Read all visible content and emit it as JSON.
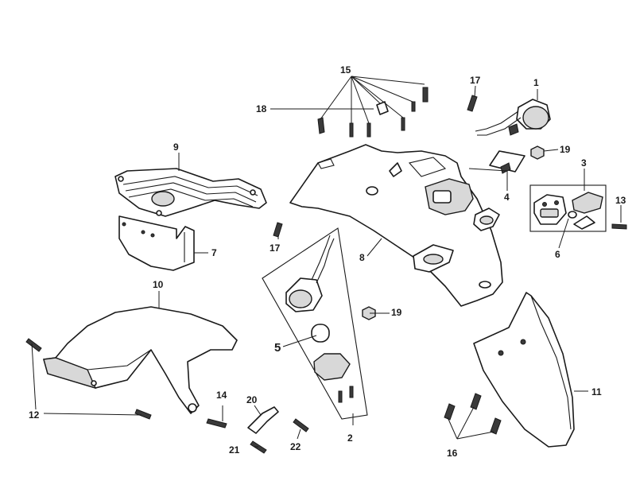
{
  "labels": {
    "l1": "1",
    "l2": "2",
    "l3": "3",
    "l4": "4",
    "l5": "5",
    "l6": "6",
    "l7": "7",
    "l8": "8",
    "l9": "9",
    "l10": "10",
    "l11": "11",
    "l12": "12",
    "l13": "13",
    "l14": "14",
    "l15": "15",
    "l16": "16",
    "l17a": "17",
    "l17b": "17",
    "l18": "18",
    "l19a": "19",
    "l19b": "19",
    "l20": "20",
    "l21": "21",
    "l22": "22"
  }
}
